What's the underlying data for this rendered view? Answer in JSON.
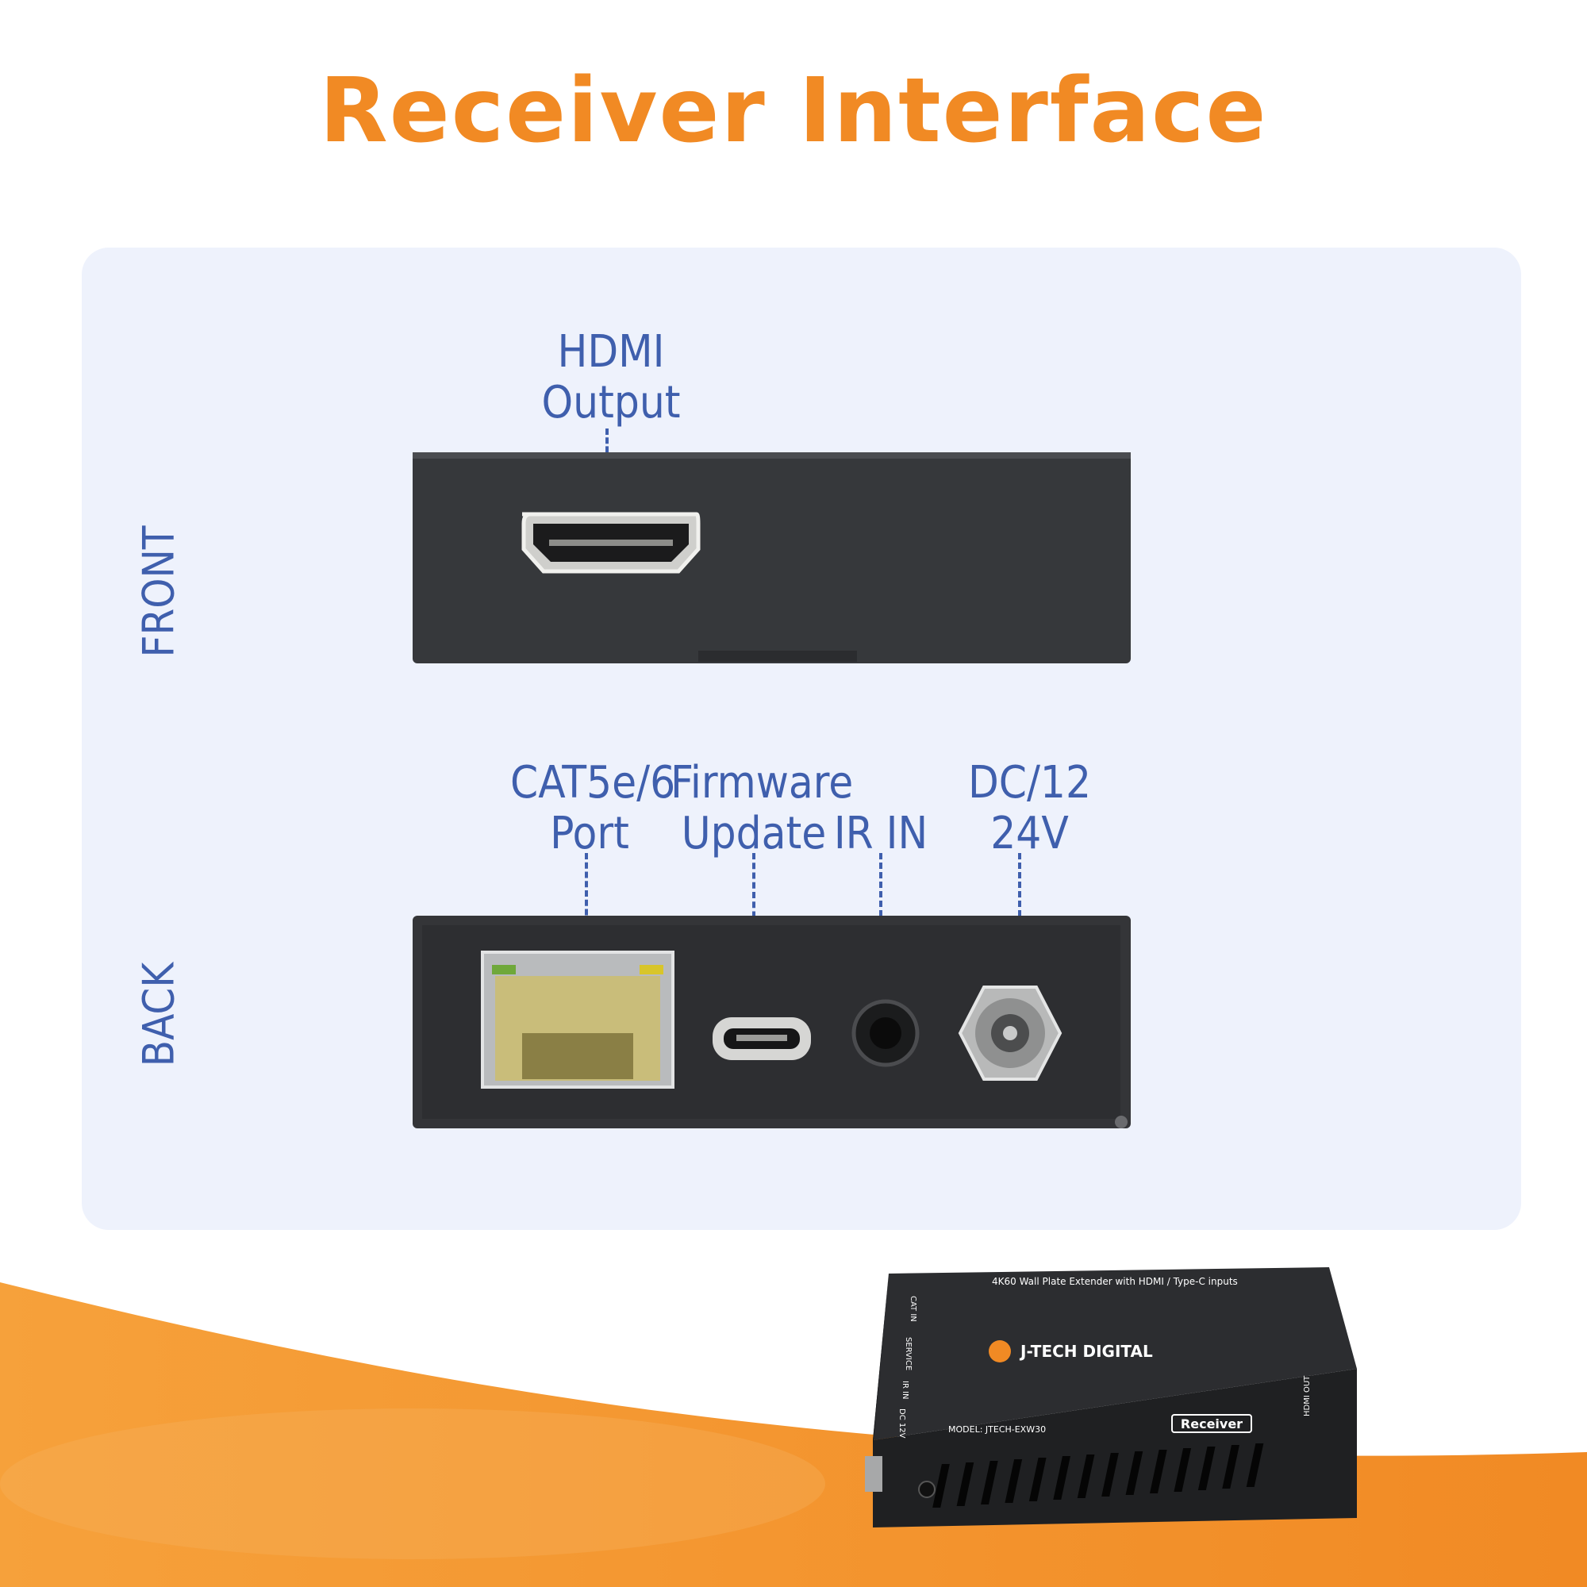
{
  "title": "Receiver Interface",
  "front_label": "FRONT",
  "back_label": "BACK",
  "front_callouts": {
    "hdmi_line1": "HDMI",
    "hdmi_line2": "Output"
  },
  "back_callouts": {
    "cat_line1": "CAT5e/6",
    "cat_line2": "Port",
    "fw_line1": "Firmware",
    "fw_line2": "Update",
    "ir": "IR IN",
    "dc_line1": "DC/12",
    "dc_line2": "24V"
  },
  "device": {
    "top_text": "4K60 Wall Plate Extender with HDMI / Type-C inputs",
    "brand": "J-TECH DIGITAL",
    "model": "MODEL: JTECH-EXW30",
    "badge": "Receiver",
    "ports": [
      "CAT IN",
      "SERVICE",
      "IR IN",
      "DC 12V"
    ],
    "hdmi_out": "HDMI OUT"
  },
  "colors": {
    "accent": "#f18a24",
    "label": "#3f5fad",
    "panel": "#eef2fc",
    "device": "#2e3034"
  }
}
